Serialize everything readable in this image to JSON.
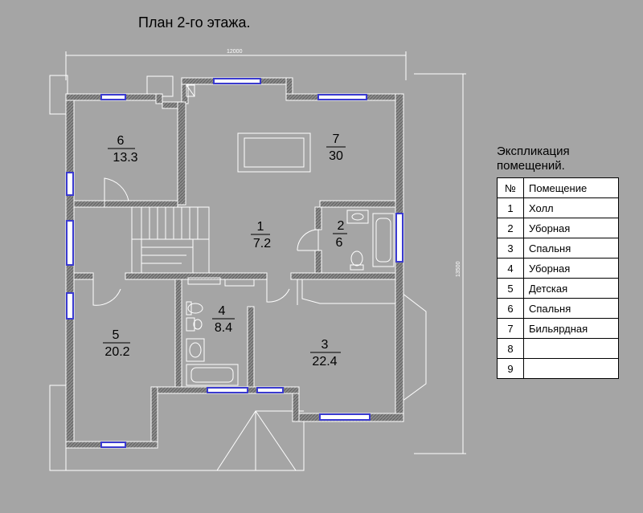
{
  "title": "План 2-го этажа.",
  "dimensions": {
    "width": "12000",
    "height": "13500"
  },
  "rooms": [
    {
      "number": "1",
      "area": "7.2"
    },
    {
      "number": "2",
      "area": "6"
    },
    {
      "number": "3",
      "area": "22.4"
    },
    {
      "number": "4",
      "area": "8.4"
    },
    {
      "number": "5",
      "area": "20.2"
    },
    {
      "number": "6",
      "area": "13.3"
    },
    {
      "number": "7",
      "area": "30"
    }
  ],
  "explication": {
    "title_line1": "Экспликация",
    "title_line2": "помещений.",
    "header_num": "№",
    "header_name": "Помещение",
    "rows": [
      {
        "num": "1",
        "name": "Холл"
      },
      {
        "num": "2",
        "name": "Уборная"
      },
      {
        "num": "3",
        "name": "Спальня"
      },
      {
        "num": "4",
        "name": "Уборная"
      },
      {
        "num": "5",
        "name": "Детская"
      },
      {
        "num": "6",
        "name": "Спальня"
      },
      {
        "num": "7",
        "name": "Бильярдная"
      },
      {
        "num": "8",
        "name": ""
      },
      {
        "num": "9",
        "name": ""
      }
    ]
  },
  "colors": {
    "background": "#a5a5a5",
    "wall": "#8a8a8a",
    "window": "#3a3ad0",
    "line": "#ffffff"
  }
}
